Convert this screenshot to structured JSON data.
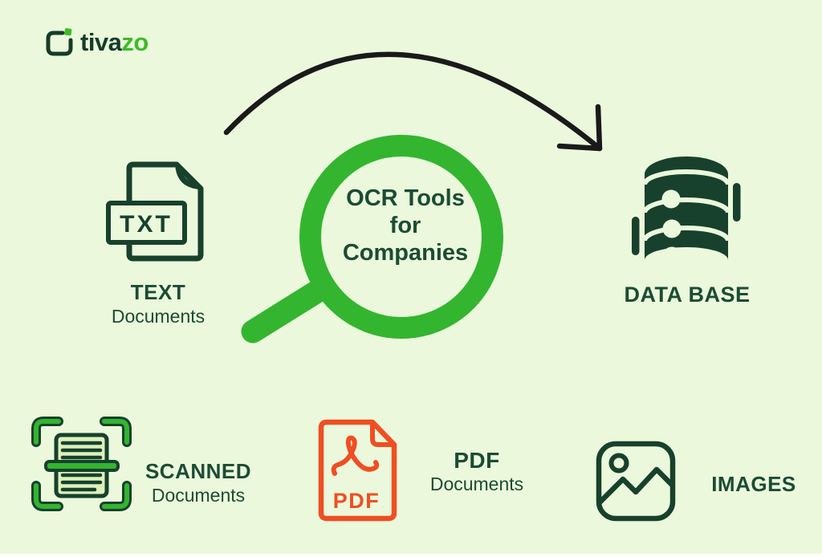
{
  "colors": {
    "background": "#ebf8dc",
    "dark_green_icons": "#17412c",
    "dark_green_text": "#1b4c33",
    "bright_green": "#33b52f",
    "logo_green": "#3fbb28",
    "pdf_orange": "#f04e22",
    "arrow_black": "#1a1a1a",
    "scanned_doc_fill": "#ddf1bb"
  },
  "logo": {
    "text_dark": "tiva",
    "text_green": "zo"
  },
  "flow": {
    "source": {
      "icon_text": "TXT",
      "label": "TEXT",
      "sublabel": "Documents"
    },
    "process": {
      "line1": "OCR Tools",
      "line2": "for",
      "line3": "Companies"
    },
    "target": {
      "label": "DATA BASE"
    }
  },
  "document_types": [
    {
      "id": "scanned",
      "label": "SCANNED",
      "sublabel": "Documents"
    },
    {
      "id": "pdf",
      "icon_text": "PDF",
      "label": "PDF",
      "sublabel": "Documents"
    },
    {
      "id": "images",
      "label": "IMAGES"
    }
  ]
}
